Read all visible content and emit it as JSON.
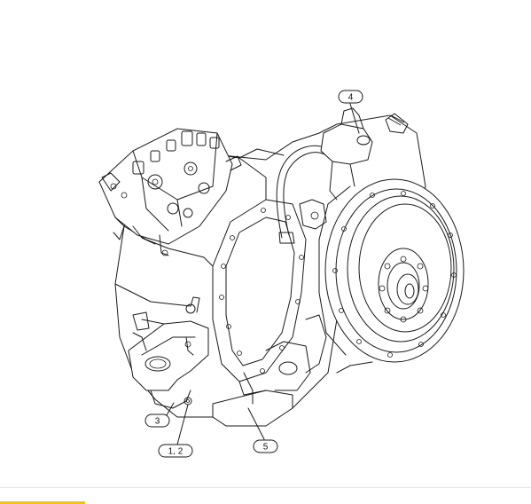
{
  "callouts": [
    {
      "id": "callout-4",
      "label": "4"
    },
    {
      "id": "callout-3",
      "label": "3"
    },
    {
      "id": "callout-1-2",
      "label": "1, 2"
    },
    {
      "id": "callout-5",
      "label": "5"
    }
  ],
  "colors": {
    "line": "#1a1a1a",
    "background": "#ffffff",
    "accent": "#f3c316"
  }
}
